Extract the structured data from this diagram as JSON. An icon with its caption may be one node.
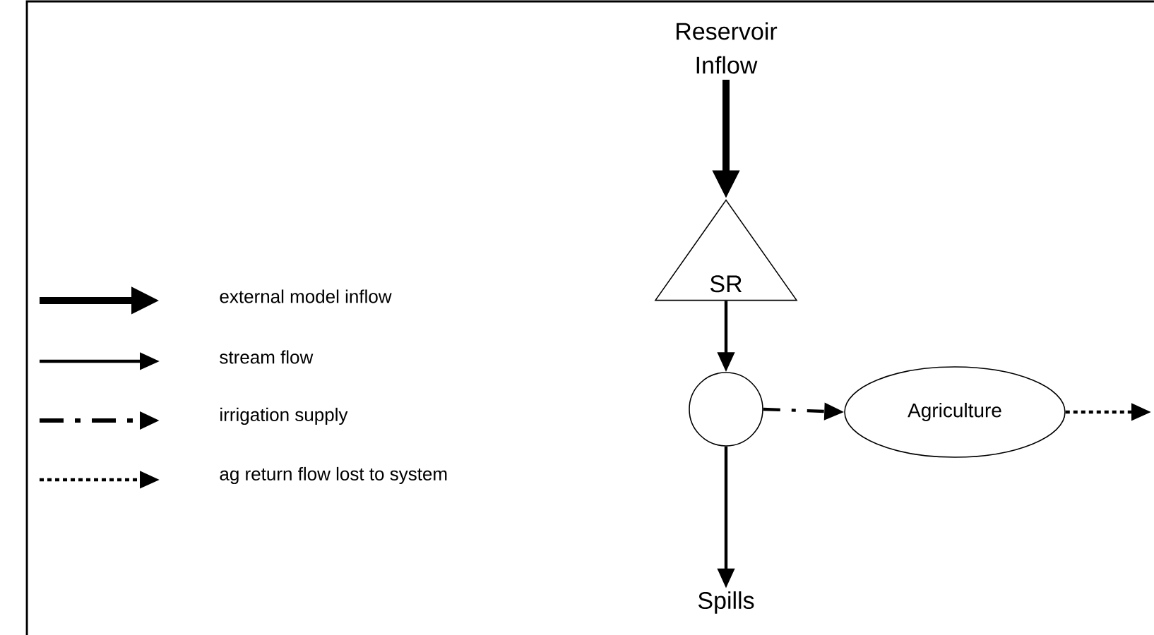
{
  "diagram": {
    "nodes": [
      {
        "text": [
          "Reservoir Inflow"
        ]
      },
      {
        "text": [
          "SR"
        ]
      },
      {
        "text": [],
        "shape": "circle"
      },
      {
        "text": [
          "Agriculture"
        ]
      },
      {
        "text": [
          "Spills"
        ]
      }
    ],
    "edges": [
      {
        "from": 0,
        "to": 1,
        "arrow": "to",
        "style": "thick"
      },
      {
        "from": 1,
        "to": 2,
        "arrow": "to"
      },
      {
        "from": 2,
        "to": 3,
        "arrow": "to",
        "style": "dashed"
      },
      {
        "from": 3,
        "to": null,
        "arrow": "to",
        "style": "dashed"
      },
      {
        "from": 2,
        "to": 4,
        "arrow": "to"
      }
    ],
    "legend": [
      {
        "text": "external model inflow"
      },
      {
        "text": "stream flow"
      },
      {
        "text": "irrigation supply"
      },
      {
        "text": "ag return flow lost to system"
      }
    ]
  }
}
